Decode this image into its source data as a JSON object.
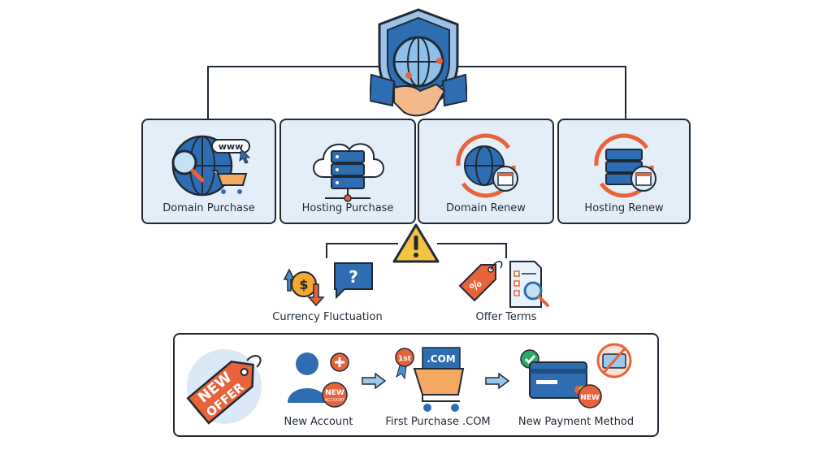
{
  "top": {
    "icon": "shield-globe-handshake-icon"
  },
  "cards": [
    {
      "label": "Domain Purchase",
      "icon": "globe-www-cart-icon"
    },
    {
      "label": "Hosting Purchase",
      "icon": "cloud-server-icon"
    },
    {
      "label": "Domain Renew",
      "icon": "globe-renew-calendar-icon"
    },
    {
      "label": "Hosting Renew",
      "icon": "server-renew-calendar-icon"
    }
  ],
  "warning": {
    "icon": "warning-icon"
  },
  "risks": [
    {
      "label": "Currency Fluctuation",
      "icon": "currency-exchange-icon"
    },
    {
      "label": "Offer Terms",
      "icon": "discount-tag-terms-icon"
    }
  ],
  "offer": {
    "tag": {
      "line1": "NEW",
      "line2": "OFFER"
    },
    "steps": [
      {
        "label": "New Account",
        "badge_line1": "NEW",
        "badge_line2": "ACCOUNT"
      },
      {
        "label": "First Purchase .COM",
        "rank": "1st",
        "domain": ".COM"
      },
      {
        "label": "New Payment Method",
        "badge": "NEW"
      }
    ]
  },
  "colors": {
    "blue": "#2f6db3",
    "light_blue": "#e3eef8",
    "orange": "#e8623a",
    "yellow": "#f5c242",
    "dark": "#1f2a36"
  }
}
